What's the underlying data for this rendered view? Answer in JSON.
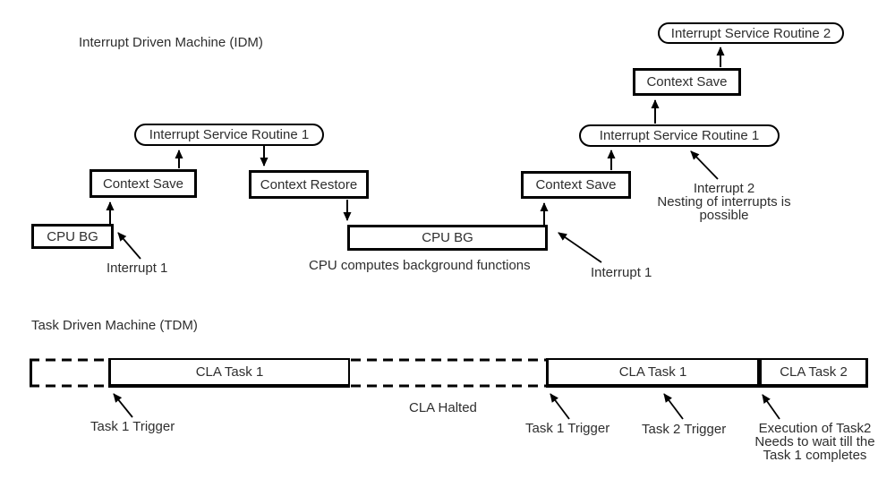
{
  "colors": {
    "line": "#000000",
    "text": "#2e2e2e",
    "background": "#ffffff"
  },
  "idm": {
    "title": "Interrupt Driven Machine (IDM)",
    "boxes": {
      "cpu_bg_first": "CPU BG",
      "context_save_first": "Context Save",
      "isr1_first": "Interrupt Service Routine 1",
      "context_restore": "Context Restore",
      "cpu_bg_wide": "CPU BG",
      "context_save_mid": "Context Save",
      "isr1_second": "Interrupt Service Routine 1",
      "context_save_top": "Context Save",
      "isr2": "Interrupt Service Routine 2"
    },
    "labels": {
      "interrupt1_first": "Interrupt 1",
      "cpu_computes": "CPU computes background functions",
      "interrupt1_second": "Interrupt 1",
      "interrupt2_lines": [
        "Interrupt 2",
        "Nesting of interrupts is",
        "possible"
      ]
    }
  },
  "tdm": {
    "title": "Task Driven Machine (TDM)",
    "segments": {
      "task1_first": "CLA Task 1",
      "task1_second": "CLA Task 1",
      "task2": "CLA Task 2"
    },
    "labels": {
      "task1_trigger_first": "Task 1 Trigger",
      "cla_halted": "CLA Halted",
      "task1_trigger_second": "Task 1 Trigger",
      "task2_trigger": "Task 2 Trigger",
      "exec_note_lines": [
        "Execution of Task2",
        "Needs to wait till the",
        "Task 1 completes"
      ]
    }
  }
}
